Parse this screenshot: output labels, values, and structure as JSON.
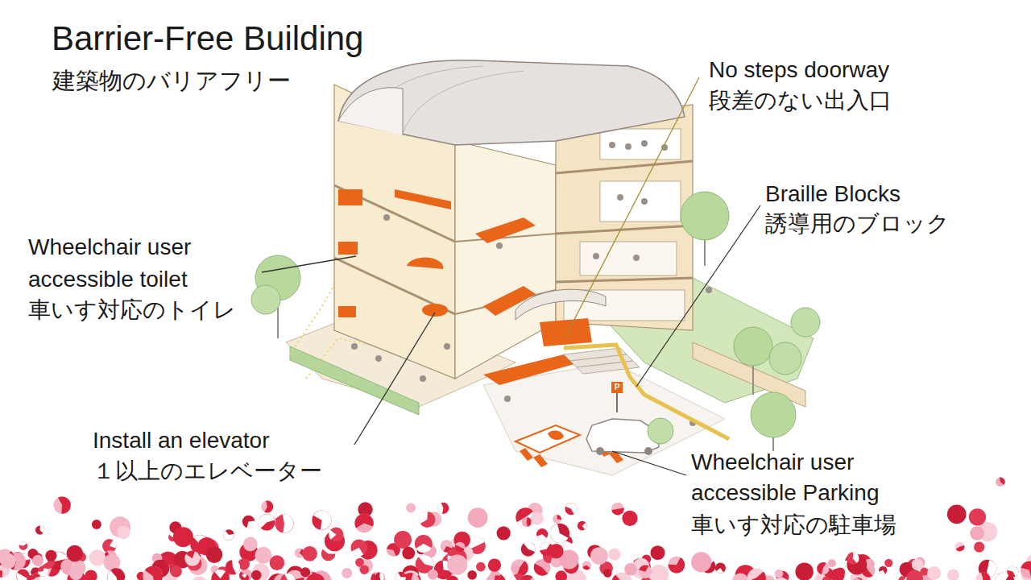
{
  "diagram": {
    "title": "Barrier-Free Building",
    "labels": [
      "建築物のバリアフリー",
      "No steps doorway",
      "段差のない出入口",
      "Braille Blocks",
      "誘導用のブロック",
      "Wheelchair user accessible toilet",
      "車いす対応のトイレ",
      "Install an elevator",
      "１以上のエレベーター",
      "Wheelchair user accessible Parking",
      "車いす対応の駐車場",
      "P"
    ]
  }
}
